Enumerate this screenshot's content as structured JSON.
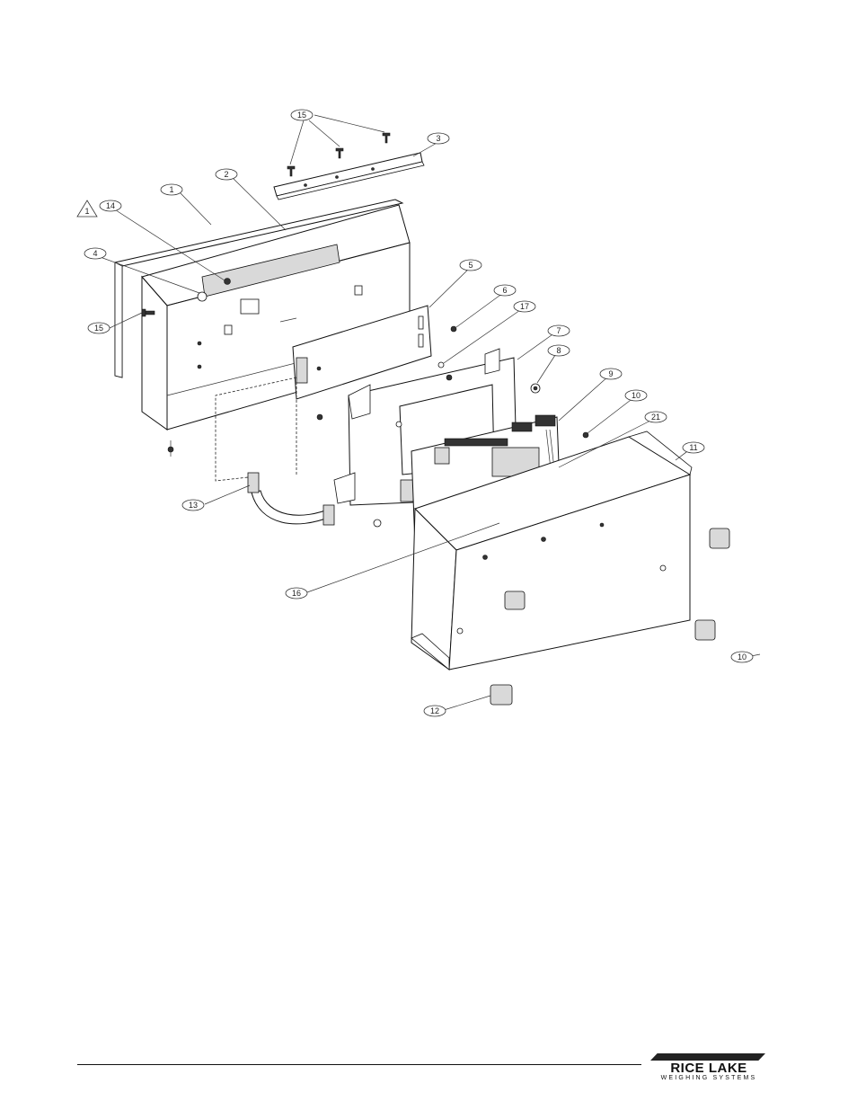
{
  "diagram": {
    "callouts": [
      {
        "id": "c15a",
        "label": "15"
      },
      {
        "id": "c3",
        "label": "3"
      },
      {
        "id": "c2",
        "label": "2"
      },
      {
        "id": "c1",
        "label": "1"
      },
      {
        "id": "c14",
        "label": "14"
      },
      {
        "id": "cwarn",
        "label": "1"
      },
      {
        "id": "c4",
        "label": "4"
      },
      {
        "id": "c15b",
        "label": "15"
      },
      {
        "id": "c5",
        "label": "5"
      },
      {
        "id": "c6",
        "label": "6"
      },
      {
        "id": "c17",
        "label": "17"
      },
      {
        "id": "c7",
        "label": "7"
      },
      {
        "id": "c8",
        "label": "8"
      },
      {
        "id": "c9",
        "label": "9"
      },
      {
        "id": "c10a",
        "label": "10"
      },
      {
        "id": "c21",
        "label": "21"
      },
      {
        "id": "c11",
        "label": "11"
      },
      {
        "id": "c13",
        "label": "13"
      },
      {
        "id": "c16",
        "label": "16"
      },
      {
        "id": "c10b",
        "label": "10"
      },
      {
        "id": "c12",
        "label": "12"
      }
    ]
  },
  "footer": {
    "logo_main": "RICE LAKE",
    "logo_sub": "WEIGHING SYSTEMS"
  }
}
